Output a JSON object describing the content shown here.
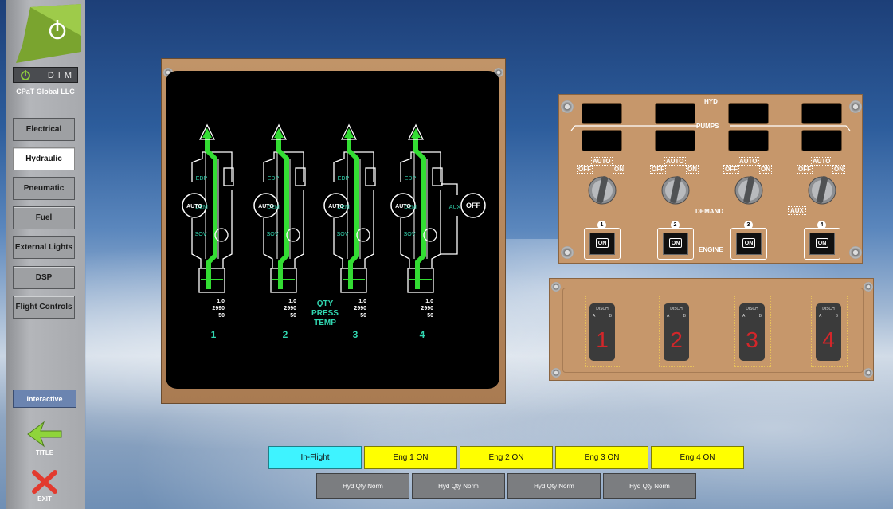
{
  "sidebar": {
    "dim_label": "DIM",
    "company": "CPaT Global LLC",
    "nav": [
      {
        "label": "Electrical",
        "active": false
      },
      {
        "label": "Hydraulic",
        "active": true
      },
      {
        "label": "Pneumatic",
        "active": false
      },
      {
        "label": "Fuel",
        "active": false
      },
      {
        "label": "External Lights",
        "active": false
      },
      {
        "label": "DSP",
        "active": false
      },
      {
        "label": "Flight Controls",
        "active": false
      }
    ],
    "mode_label": "Interactive",
    "title_label": "TITLE",
    "exit_label": "EXIT"
  },
  "synoptic": {
    "systems": [
      {
        "num": "1",
        "left_pump": "AUTO",
        "edp": "EDP",
        "dem": "DEM",
        "sov": "SOV",
        "qty": "1.0",
        "press": "2990",
        "temp": "50"
      },
      {
        "num": "2",
        "left_pump": "AUTO",
        "edp": "EDP",
        "dem": "DEM",
        "sov": "SOV",
        "qty": "1.0",
        "press": "2990",
        "temp": "50"
      },
      {
        "num": "3",
        "left_pump": "AUTO",
        "edp": "EDP",
        "dem": "DEM",
        "sov": "SOV",
        "qty": "1.0",
        "press": "2990",
        "temp": "50"
      },
      {
        "num": "4",
        "left_pump": "AUTO",
        "edp": "EDP",
        "dem": "DEM",
        "sov": "SOV",
        "aux": "AUX",
        "right_pump": "OFF",
        "qty": "1.0",
        "press": "2990",
        "temp": "50"
      }
    ],
    "legend": [
      "QTY",
      "PRESS",
      "TEMP"
    ],
    "colors": {
      "flow": "#33dd33",
      "label": "#31d6b0",
      "line": "#ffffff"
    }
  },
  "overhead": {
    "title": "HYD",
    "pumps_label": "PUMPS",
    "demand_label": "DEMAND",
    "engine_label": "ENGINE",
    "aux_label": "AUX",
    "selectors": [
      {
        "off": "OFF",
        "auto": "AUTO",
        "on": "ON"
      },
      {
        "off": "OFF",
        "auto": "AUTO",
        "on": "ON"
      },
      {
        "off": "OFF",
        "auto": "AUTO",
        "on": "ON"
      },
      {
        "off": "OFF",
        "auto": "AUTO",
        "on": "ON"
      }
    ],
    "engine_switches": [
      {
        "num": "1",
        "state": "ON"
      },
      {
        "num": "2",
        "state": "ON"
      },
      {
        "num": "3",
        "state": "ON"
      },
      {
        "num": "4",
        "state": "ON"
      }
    ]
  },
  "discharge": {
    "label": "DISCH",
    "a": "A",
    "b": "B",
    "switches": [
      "1",
      "2",
      "3",
      "4"
    ]
  },
  "bottom": {
    "conditions": [
      {
        "label": "In-Flight",
        "color": "#3ef3ff"
      },
      {
        "label": "Eng 1 ON",
        "color": "#ffff00"
      },
      {
        "label": "Eng 2 ON",
        "color": "#ffff00"
      },
      {
        "label": "Eng 3 ON",
        "color": "#ffff00"
      },
      {
        "label": "Eng 4 ON",
        "color": "#ffff00"
      }
    ],
    "status": [
      "Hyd Qty Norm",
      "Hyd Qty Norm",
      "Hyd Qty Norm",
      "Hyd Qty Norm"
    ]
  }
}
